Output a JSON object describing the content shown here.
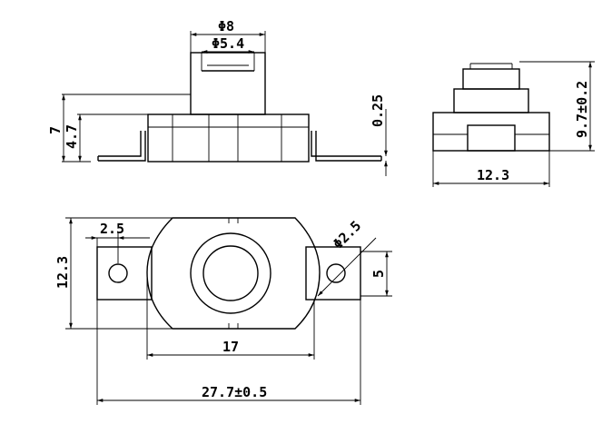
{
  "dimensions": {
    "phi8": "Φ8",
    "phi5_4": "Φ5.4",
    "d7": "7",
    "d4_7": "4.7",
    "d0_25": "0.25",
    "d9_7": "9.7±0.2",
    "d12_3_side": "12.3",
    "d2_5": "2.5",
    "phi2_5": "Φ2.5",
    "d12_3_bottom": "12.3",
    "d5": "5",
    "d17": "17",
    "d27_7": "27.7±0.5"
  }
}
